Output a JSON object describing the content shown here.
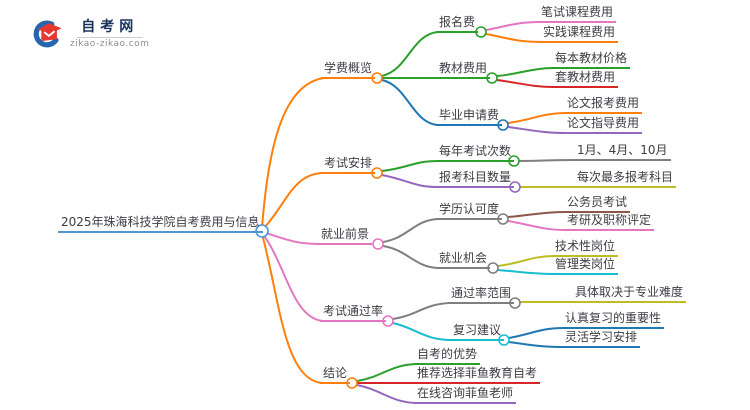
{
  "logo": {
    "site_name": "自考网",
    "site_url": "zikao-zikao.com",
    "icon": "graduation-cap-crescent-icon",
    "colors": {
      "crescent": "#2766ae",
      "cap": "#e5392f",
      "name_text": "#17335c"
    }
  },
  "mindmap": {
    "root": {
      "label": "2025年珠海科技学院自考费用与信息",
      "color": "#4a97d8"
    },
    "branches": [
      {
        "label": "学费概览",
        "color": "#ff7f0e",
        "children": [
          {
            "label": "报名费",
            "color": "#2ca02c",
            "children": [
              {
                "label": "笔试课程费用",
                "color": "#e377c2"
              },
              {
                "label": "实践课程费用",
                "color": "#ff7f0e"
              }
            ]
          },
          {
            "label": "教材费用",
            "color": "#2ca02c",
            "children": [
              {
                "label": "每本教材价格",
                "color": "#2ca02c"
              },
              {
                "label": "套教材费用",
                "color": "#d62728"
              }
            ]
          },
          {
            "label": "毕业申请费",
            "color": "#1f77b4",
            "children": [
              {
                "label": "论文报考费用",
                "color": "#ff7f0e"
              },
              {
                "label": "论文指导费用",
                "color": "#9467bd"
              }
            ]
          }
        ]
      },
      {
        "label": "考试安排",
        "color": "#ff7f0e",
        "children": [
          {
            "label": "每年考试次数",
            "color": "#2ca02c",
            "children": [
              {
                "label": "1月、4月、10月",
                "color": "#7f7f7f"
              }
            ]
          },
          {
            "label": "报考科目数量",
            "color": "#9467bd",
            "children": [
              {
                "label": "每次最多报考科目",
                "color": "#bcbd22"
              }
            ]
          }
        ]
      },
      {
        "label": "就业前景",
        "color": "#e377c2",
        "children": [
          {
            "label": "学历认可度",
            "color": "#7f7f7f",
            "children": [
              {
                "label": "公务员考试",
                "color": "#8c564b"
              },
              {
                "label": "考研及职称评定",
                "color": "#e377c2"
              }
            ]
          },
          {
            "label": "就业机会",
            "color": "#7f7f7f",
            "children": [
              {
                "label": "技术性岗位",
                "color": "#bcbd22"
              },
              {
                "label": "管理类岗位",
                "color": "#17becf"
              }
            ]
          }
        ]
      },
      {
        "label": "考试通过率",
        "color": "#e377c2",
        "children": [
          {
            "label": "通过率范围",
            "color": "#7f7f7f",
            "children": [
              {
                "label": "具体取决于专业难度",
                "color": "#bcbd22"
              }
            ]
          },
          {
            "label": "复习建议",
            "color": "#17becf",
            "children": [
              {
                "label": "认真复习的重要性",
                "color": "#1f77b4"
              },
              {
                "label": "灵活学习安排",
                "color": "#1f77b4"
              }
            ]
          }
        ]
      },
      {
        "label": "结论",
        "color": "#ff7f0e",
        "children": [
          {
            "label": "自考的优势",
            "color": "#2ca02c"
          },
          {
            "label": "推荐选择菲鱼教育自考",
            "color": "#d62728"
          },
          {
            "label": "在线咨询菲鱼老师",
            "color": "#9467bd"
          }
        ]
      }
    ]
  }
}
